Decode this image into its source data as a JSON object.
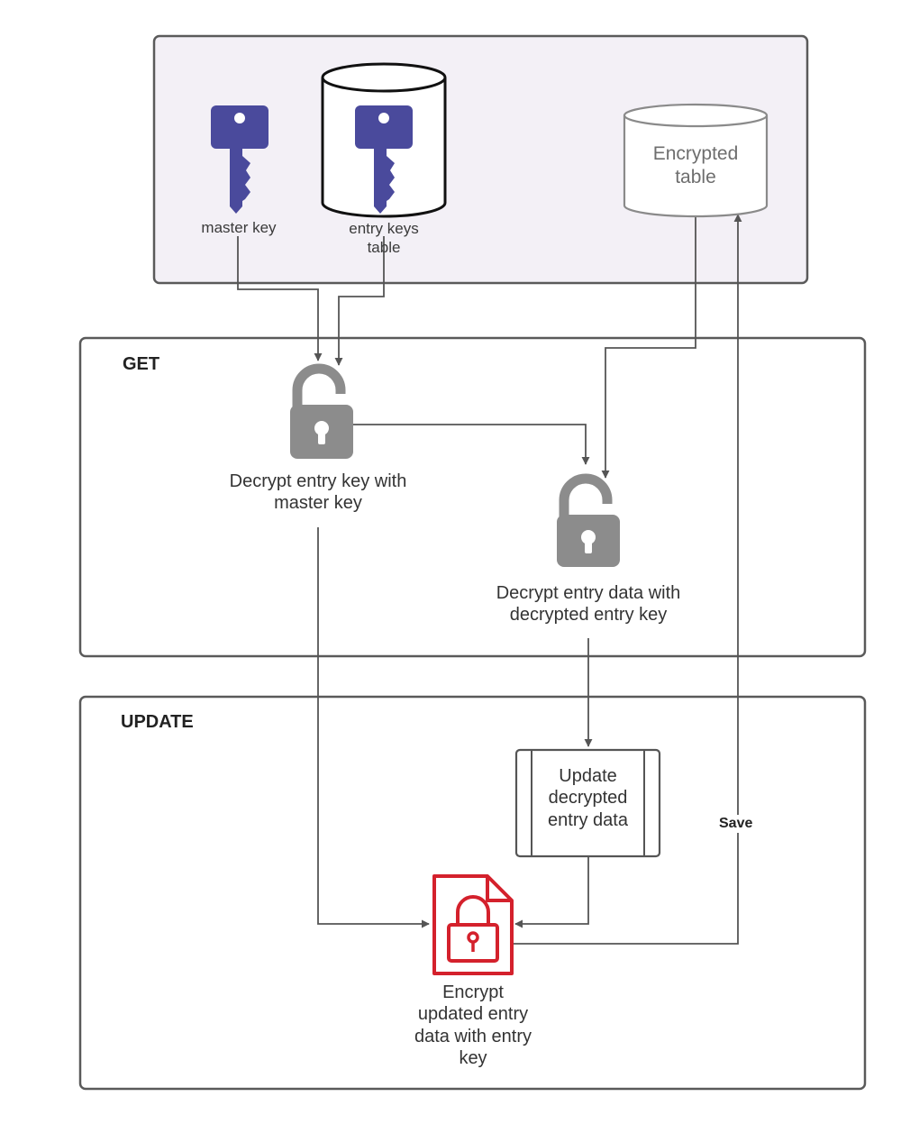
{
  "storage": {
    "master_key_label": "master key",
    "entry_keys_table_label": "entry keys\ntable",
    "encrypted_table_label": "Encrypted\ntable"
  },
  "get_section": {
    "title": "GET",
    "decrypt_entry_key_label": "Decrypt entry key with\nmaster key",
    "decrypt_entry_data_label": "Decrypt entry data with\ndecrypted entry key"
  },
  "update_section": {
    "title": "UPDATE",
    "update_process_label": "Update\ndecrypted\nentry data",
    "save_label": "Save",
    "encrypt_label": "Encrypt\nupdated entry\ndata with entry\nkey"
  },
  "colors": {
    "key_purple": "#4a4a9c",
    "lock_gray": "#8c8c8c",
    "encrypt_red": "#d4212c",
    "storage_fill": "#f3f0f6",
    "line_gray": "#555555"
  }
}
